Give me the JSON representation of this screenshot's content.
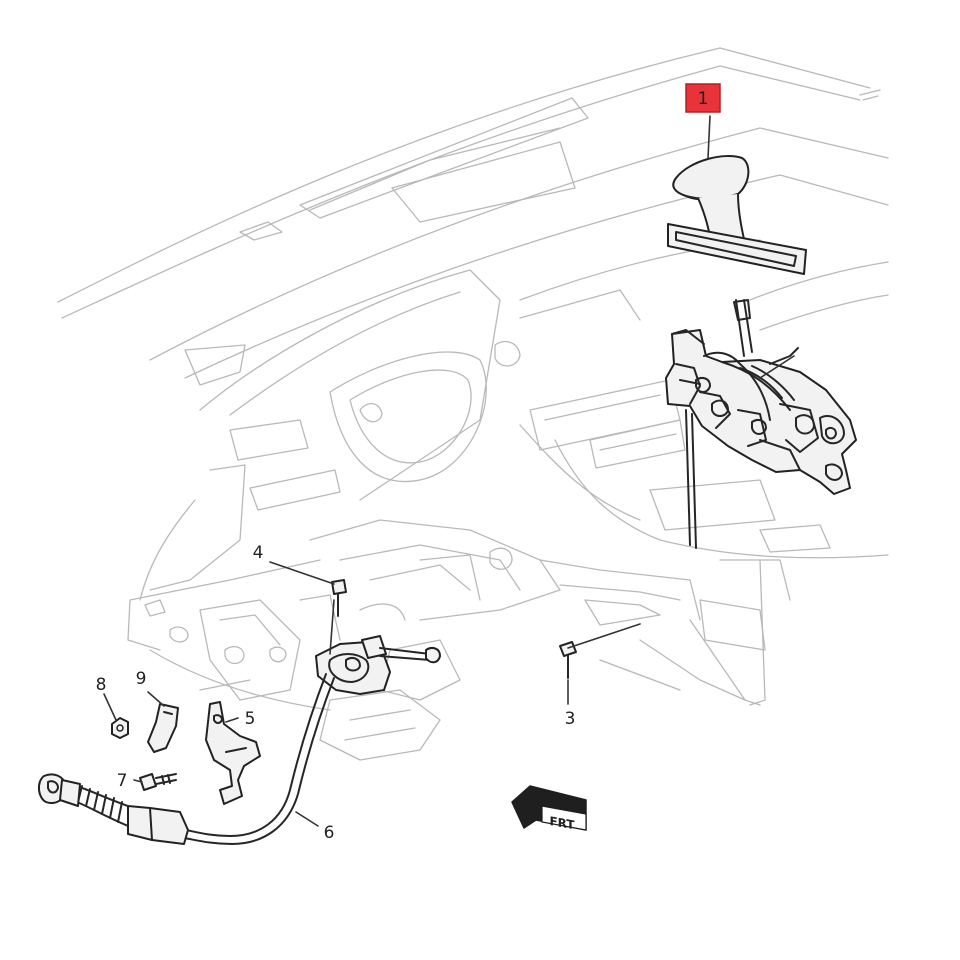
{
  "callouts": {
    "c1": "1",
    "c3": "3",
    "c4": "4",
    "c5": "5",
    "c6": "6",
    "c7": "7",
    "c8": "8",
    "c9": "9"
  },
  "arrow_label": "FRT",
  "colors": {
    "highlight_fill": "#e8333a",
    "highlight_stroke": "#b51f24",
    "line_dark": "#262626",
    "line_light": "#b9b9b9"
  }
}
